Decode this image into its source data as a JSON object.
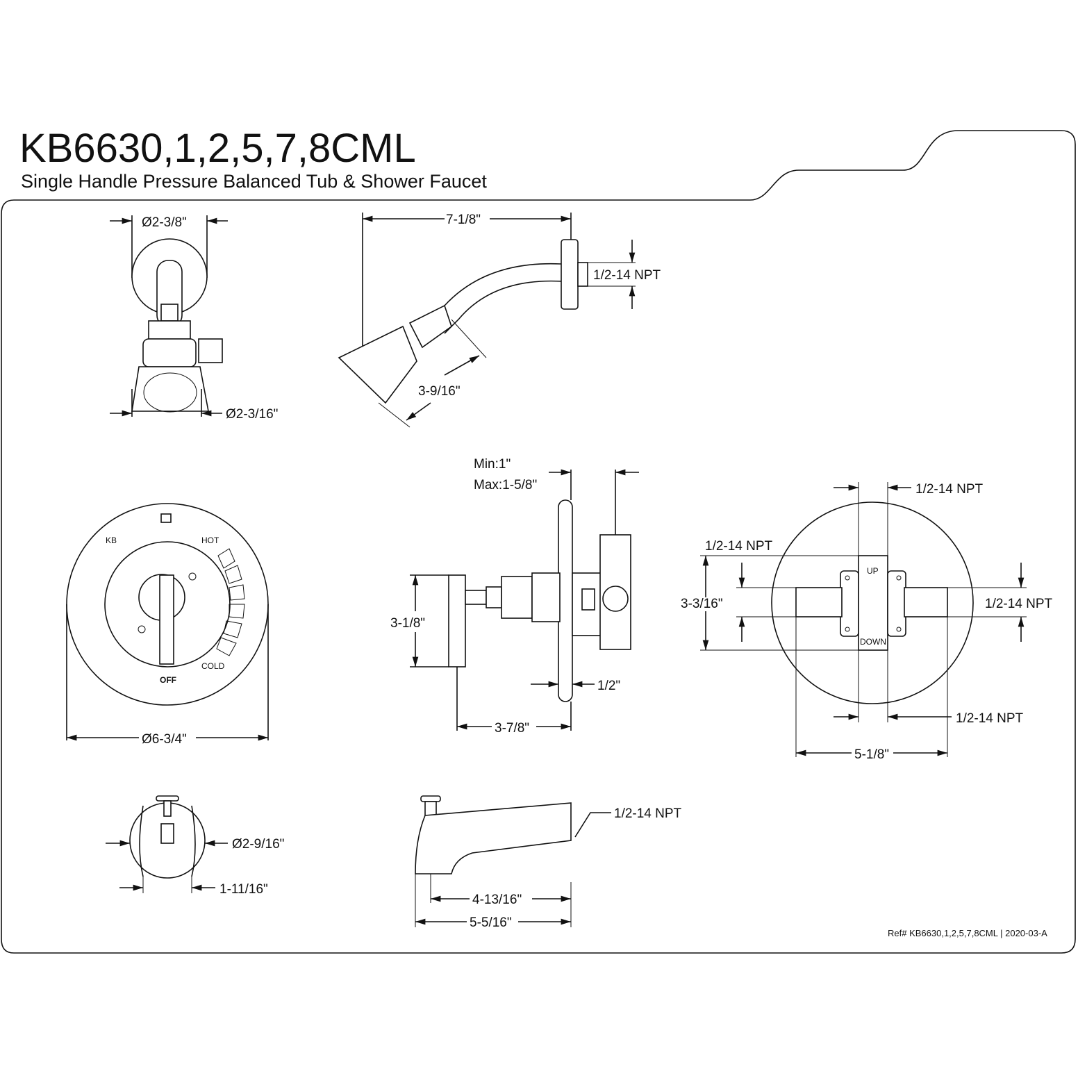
{
  "header": {
    "model": "KB6630,1,2,5,7,8CML",
    "subtitle": "Single Handle Pressure Balanced Tub & Shower Faucet"
  },
  "showerhead_front": {
    "top_dia": "Ø2-3/8\"",
    "bottom_dia": "Ø2-3/16\""
  },
  "showerhead_side": {
    "length": "7-1/8\"",
    "thread": "1/2-14 NPT",
    "head_len": "3-9/16\""
  },
  "trim_plate": {
    "label_kb": "KB",
    "label_hot": "HOT",
    "label_cold": "COLD",
    "label_off": "OFF",
    "diameter": "Ø6-3/4\""
  },
  "valve_side": {
    "depth": "Min:1\"\nMax:1-5/8\"",
    "depth_min": "Min:1\"",
    "depth_max": "Max:1-5/8\"",
    "handle_height": "3-1/8\"",
    "plate_thick": "1/2\"",
    "handle_len": "3-7/8\""
  },
  "valve_back": {
    "top_thread": "1/2-14 NPT",
    "left_thread": "1/2-14 NPT",
    "right_thread": "1/2-14 NPT",
    "bottom_thread": "1/2-14 NPT",
    "body_height": "3-3/16\"",
    "body_width": "5-1/8\"",
    "label_up": "UP",
    "label_down": "DOWN"
  },
  "spout_front": {
    "dia": "Ø2-9/16\"",
    "width": "1-11/16\""
  },
  "spout_side": {
    "thread": "1/2-14 NPT",
    "inner_len": "4-13/16\"",
    "total_len": "5-5/16\""
  },
  "footer": {
    "ref": "Ref# KB6630,1,2,5,7,8CML | 2020-03-A"
  }
}
